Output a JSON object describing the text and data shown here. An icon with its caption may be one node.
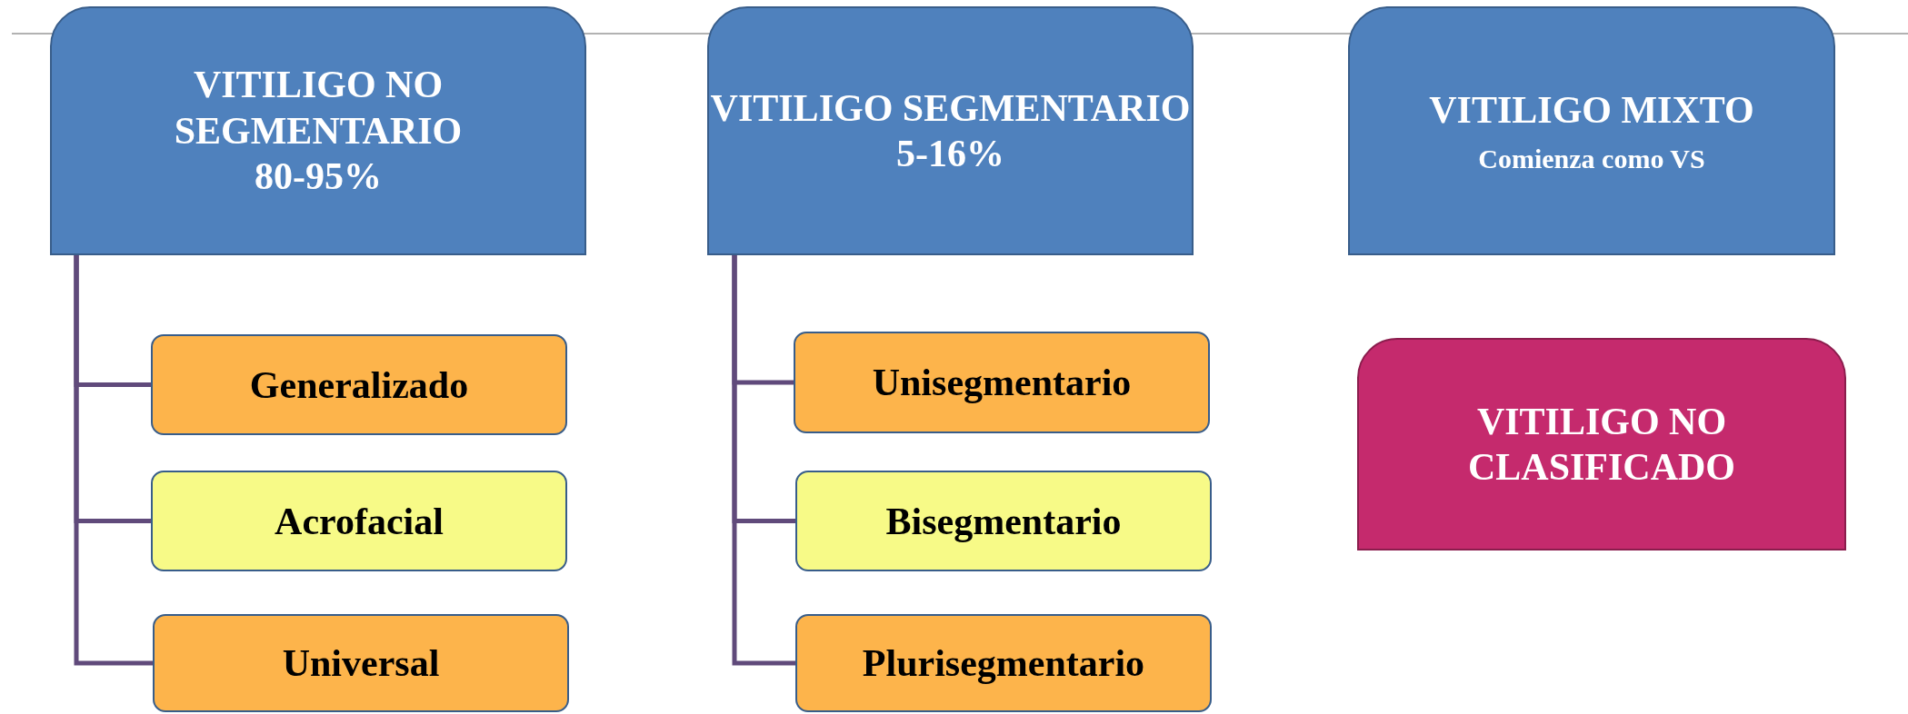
{
  "diagram": {
    "nodes": [
      {
        "text": [
          "VITILIGO NO SEGMENTARIO",
          "80-95%"
        ]
      },
      {
        "text": [
          "Generalizado"
        ]
      },
      {
        "text": [
          "Acrofacial"
        ]
      },
      {
        "text": [
          "Universal"
        ]
      },
      {
        "text": [
          "VITILIGO SEGMENTARIO",
          "5-16%"
        ]
      },
      {
        "text": [
          "Unisegmentario"
        ]
      },
      {
        "text": [
          "Bisegmentario"
        ]
      },
      {
        "text": [
          "Plurisegmentario"
        ]
      },
      {
        "text": [
          "VITILIGO MIXTO",
          "Comienza como VS"
        ]
      },
      {
        "text": [
          "VITILIGO NO CLASIFICADO"
        ]
      }
    ],
    "edges": [
      {
        "from": 0,
        "to": 1,
        "arrow": "none"
      },
      {
        "from": 0,
        "to": 2,
        "arrow": "none"
      },
      {
        "from": 0,
        "to": 3,
        "arrow": "none"
      },
      {
        "from": 4,
        "to": 5,
        "arrow": "none"
      },
      {
        "from": 4,
        "to": 6,
        "arrow": "none"
      },
      {
        "from": 4,
        "to": 7,
        "arrow": "none"
      }
    ]
  }
}
